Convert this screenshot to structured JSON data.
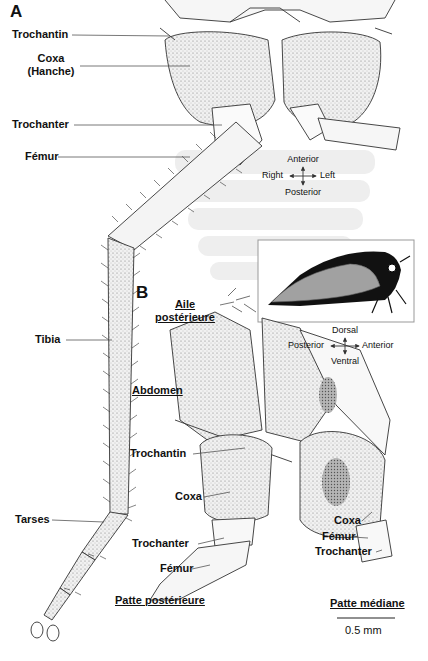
{
  "diagram": {
    "labels": [
      "A",
      "Trochantin",
      "Coxa (Hanche)",
      "Trochanter",
      "Fémur",
      "Anterior",
      "Right",
      "Left",
      "Posterior",
      "Tibia",
      "B",
      "Aile postérieure",
      "Dorsal",
      "Posterior",
      "Anterior",
      "Ventral",
      "Abdomen",
      "Trochantin",
      "Coxa",
      "Tarses",
      "Trochanter",
      "Fémur",
      "Patte postérieure",
      "Coxa",
      "Fémur",
      "Trochanter",
      "Patte médiane",
      "0.5 mm"
    ]
  }
}
